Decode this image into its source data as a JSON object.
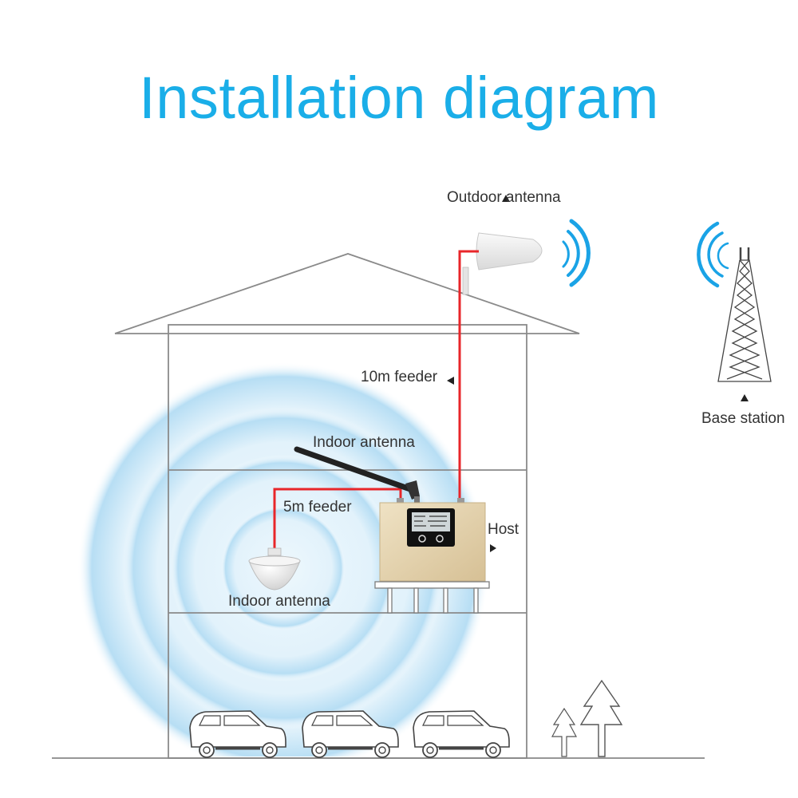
{
  "title": "Installation diagram",
  "labels": {
    "outdoor_antenna": "Outdoor antenna",
    "base_station": "Base station",
    "feeder_10m": "10m feeder",
    "indoor_antenna_upper": "Indoor antenna",
    "feeder_5m": "5m feeder",
    "host": "Host",
    "indoor_antenna_lower": "Indoor antenna"
  },
  "colors": {
    "title": "#1aaee8",
    "signal_wave": "#1aa3e6",
    "feeder_cable": "#e8262a",
    "outline": "#555555",
    "host_body": "#e2cfa6",
    "coverage": "#cfe9f7"
  },
  "icons": [
    "outdoor-antenna-icon",
    "signal-wave-icon",
    "base-station-tower-icon",
    "ceiling-antenna-icon",
    "whip-antenna-icon",
    "repeater-host-icon",
    "car-icon",
    "tree-icon"
  ]
}
